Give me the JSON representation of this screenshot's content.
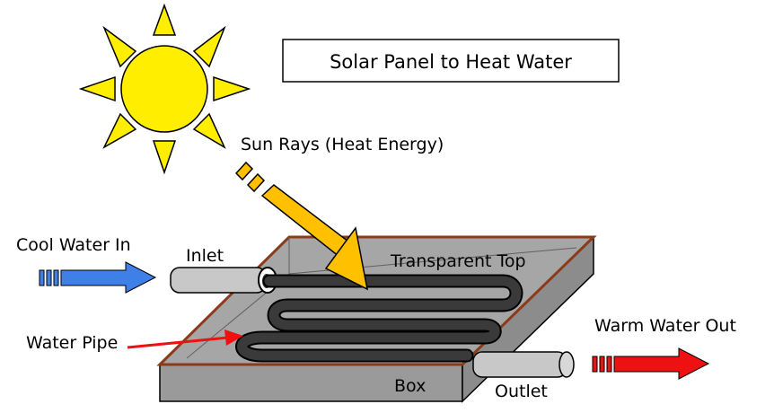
{
  "title": "Solar Panel to Heat Water",
  "labels": {
    "sun_rays": "Sun Rays (Heat Energy)",
    "cool_water_in": "Cool Water In",
    "inlet": "Inlet",
    "transparent_top": "Transparent Top",
    "water_pipe": "Water Pipe",
    "warm_water_out": "Warm Water Out",
    "box": "Box",
    "outlet": "Outlet"
  },
  "colors": {
    "sun": "#ffee00",
    "sun_ray_arrow": "#ffc000",
    "cool_arrow": "#3f7fe8",
    "warm_arrow": "#ee1111",
    "pointer_arrow": "#ee1111",
    "box_top": "#a6a6a6",
    "box_side": "#8c8c8c",
    "box_inner": "#9a9a9a",
    "box_border": "#8b3a1a",
    "pipe": "#333333",
    "pipe_stub": "#c8c8c8"
  }
}
